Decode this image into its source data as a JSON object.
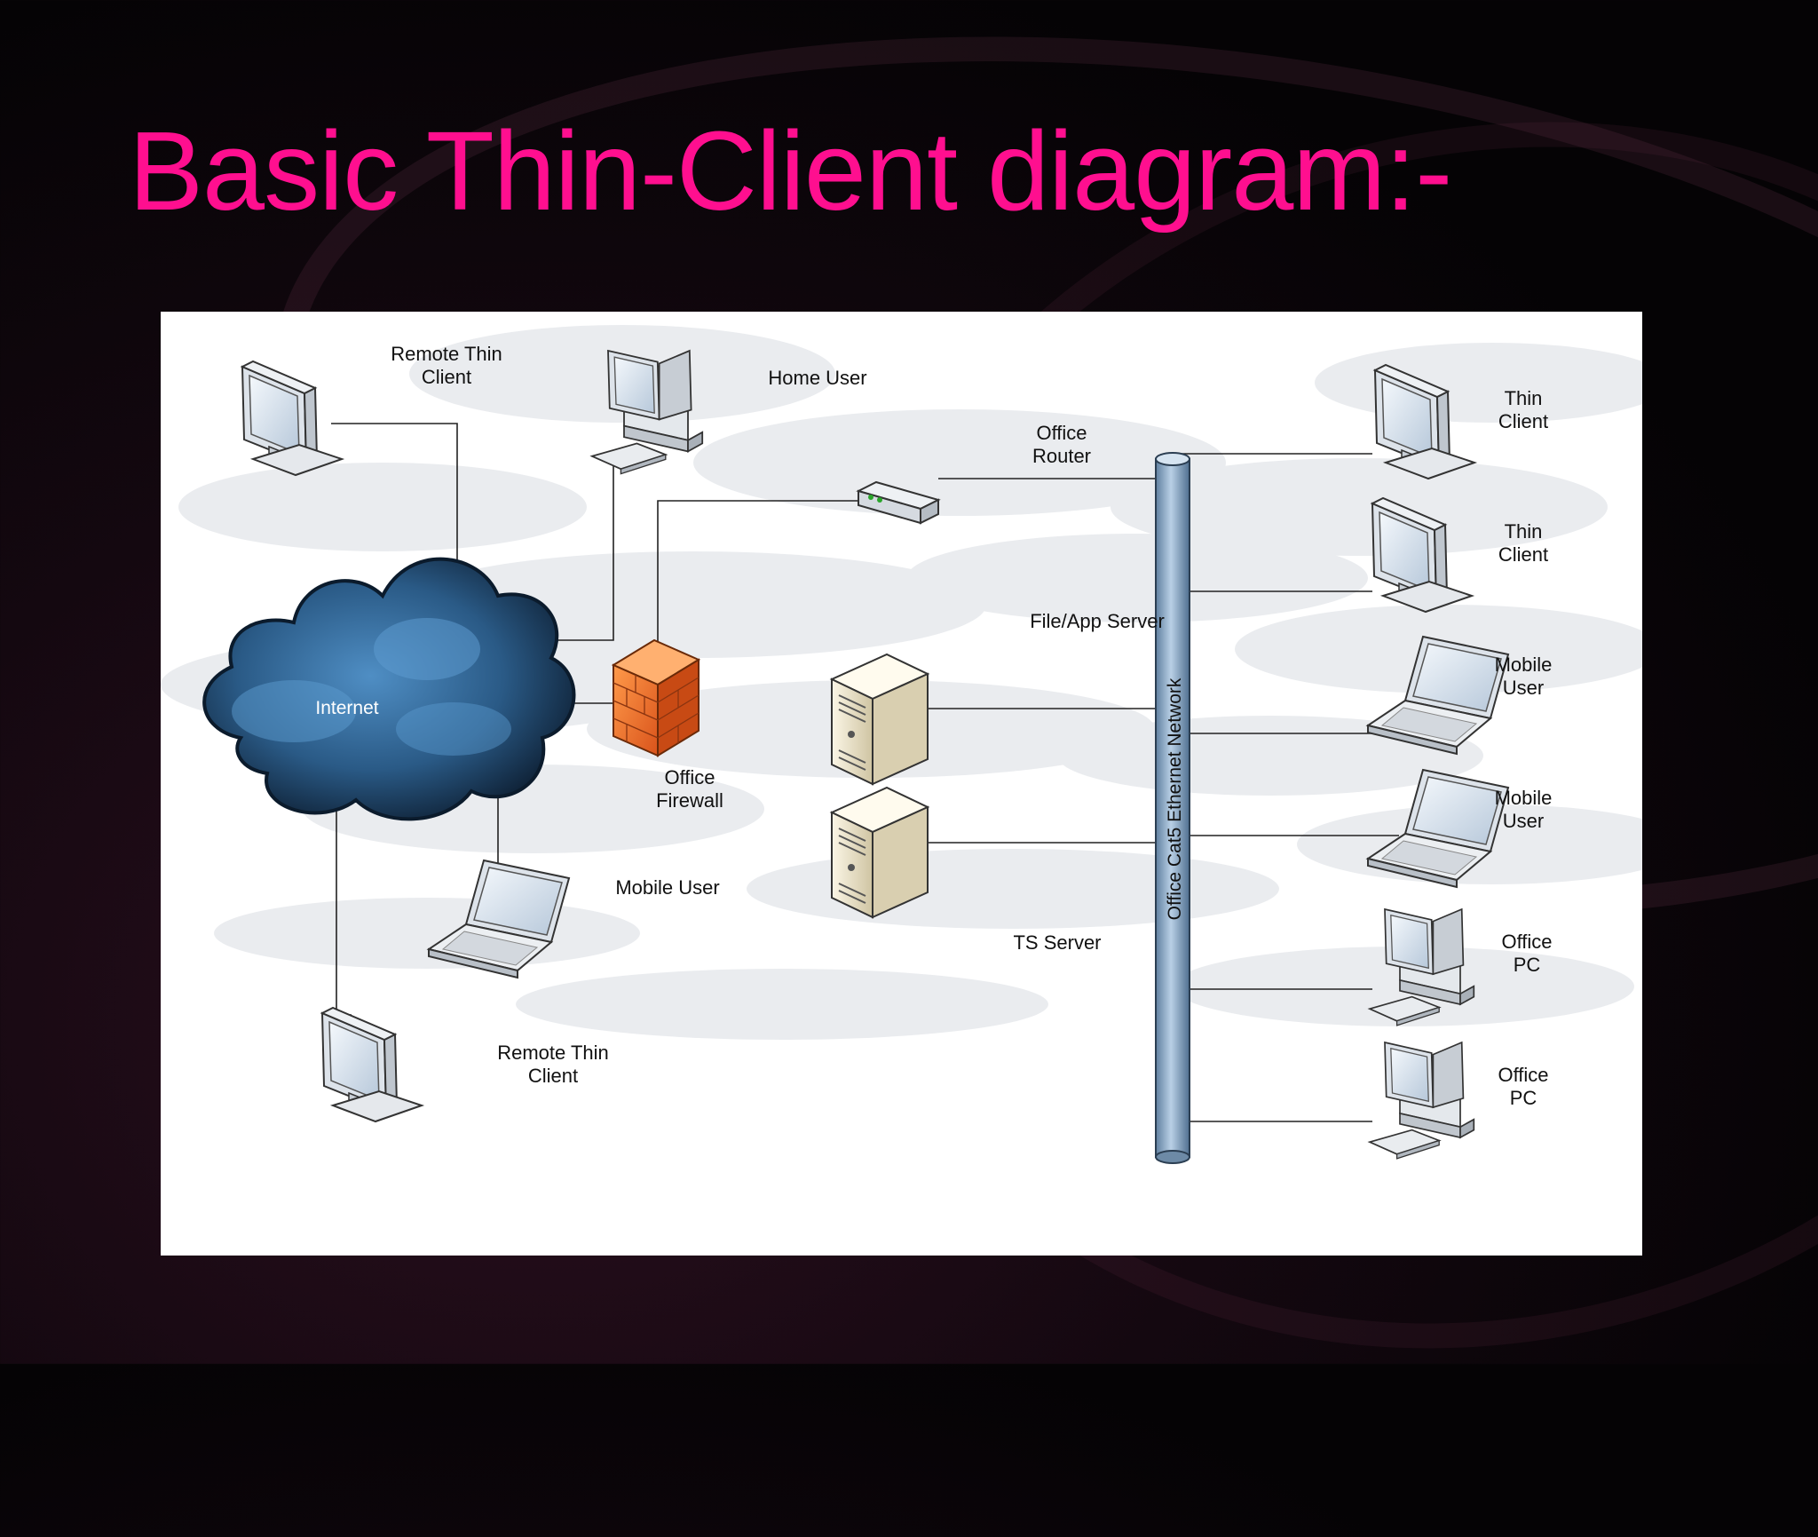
{
  "slide": {
    "title": "Basic Thin-Client diagram:-"
  },
  "diagram": {
    "network_bus_label": "Office Cat5 Ethernet Network",
    "nodes": {
      "internet": "Internet",
      "remote_thin_client_top": [
        "Remote Thin",
        "Client"
      ],
      "home_user": "Home User",
      "office_router": [
        "Office",
        "Router"
      ],
      "office_firewall": [
        "Office",
        "Firewall"
      ],
      "mobile_user_left": "Mobile User",
      "remote_thin_client_bottom": [
        "Remote Thin",
        "Client"
      ],
      "file_app_server": "File/App Server",
      "ts_server": "TS Server",
      "right_devices": [
        [
          "Thin",
          "Client"
        ],
        [
          "Thin",
          "Client"
        ],
        [
          "Mobile",
          "User"
        ],
        [
          "Mobile",
          "User"
        ],
        [
          "Office",
          "PC"
        ],
        [
          "Office",
          "PC"
        ]
      ]
    }
  }
}
